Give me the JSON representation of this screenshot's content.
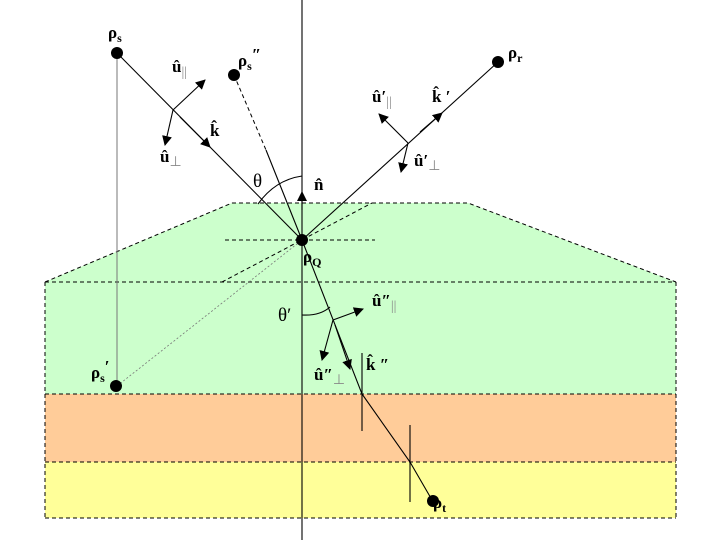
{
  "colors": {
    "layer1": "#ccffcc",
    "layer2": "#ffcc99",
    "layer3": "#ffff99"
  },
  "labels": {
    "rho_s": {
      "main": "ρ",
      "sub": "s"
    },
    "rho_s_image": {
      "main": "ρ",
      "sub": "s",
      "prime": "″"
    },
    "rho_s_prime": {
      "main": "ρ",
      "sub": "s",
      "prime": "′"
    },
    "rho_r": {
      "main": "ρ",
      "sub": "r"
    },
    "rho_Q": {
      "main": "ρ",
      "sub": "Q"
    },
    "rho_t": {
      "main": "ρ",
      "sub": "t"
    },
    "u_par": {
      "main": "û",
      "sub": "||"
    },
    "u_perp": {
      "main": "û",
      "sub": "⊥"
    },
    "k": {
      "main": "k̂"
    },
    "u_par_r": {
      "main": "û′",
      "sub": "||"
    },
    "u_perp_r": {
      "main": "û′",
      "sub": "⊥"
    },
    "k_r": {
      "main": "k̂ ′"
    },
    "u_par_t": {
      "main": "û″",
      "sub": "||"
    },
    "u_perp_t": {
      "main": "û″",
      "sub": "⊥"
    },
    "k_t": {
      "main": "k̂ ″"
    },
    "n": {
      "main": "n̂"
    },
    "theta": "θ",
    "theta_t": "θ′"
  }
}
